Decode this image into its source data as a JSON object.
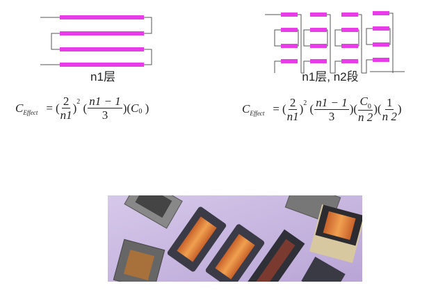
{
  "diagram_left": {
    "caption": "n1层",
    "formula": {
      "lhs": "C",
      "lhs_sub": "Effect",
      "eq": "=",
      "f1_num": "2",
      "f1_den": "n1",
      "exp": "2",
      "f2_num": "n1 − 1",
      "f2_den": "3",
      "c0": "C",
      "c0_sub": "0"
    }
  },
  "diagram_right": {
    "caption": "n1层, n2段",
    "formula": {
      "lhs": "C",
      "lhs_sub": "Effect",
      "eq": "=",
      "f1_num": "2",
      "f1_den": "n1",
      "exp": "2",
      "f2_num": "n1 − 1",
      "f2_den": "3",
      "f3_num": "C",
      "f3_num_sub": "0",
      "f3_den": "n 2",
      "f4_num": "1",
      "f4_den": "n 2"
    }
  },
  "colors": {
    "winding": "#e83ce8",
    "wire": "#555555",
    "photo_bg": "#c9b8e0"
  }
}
